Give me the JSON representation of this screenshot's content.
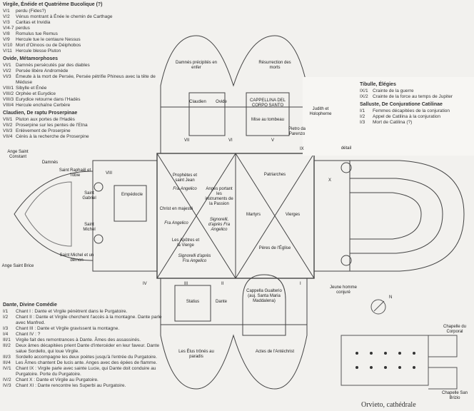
{
  "legends": {
    "virgil": {
      "title": "Virgile, Énéide et Quatrième Bucolique (?)",
      "items": [
        [
          "V/1",
          "perdu (Fides?)"
        ],
        [
          "V/2",
          "Vénus montrant à Énée le chemin de Carthage"
        ],
        [
          "V/3",
          "Caritas et Invidia"
        ],
        [
          "V/4-7",
          "perdus"
        ],
        [
          "V/8",
          "Romulus tue Remus"
        ],
        [
          "V/9",
          "Hercule tue le centaure Nessus"
        ],
        [
          "V/10",
          "Mort d'Oinoos ou de Déiphobos"
        ],
        [
          "V/11",
          "Hercule blesse Pluton"
        ]
      ]
    },
    "ovid": {
      "title": "Ovide, Métamorphoses",
      "items": [
        [
          "VI/1",
          "Damnés persécutés par des diables"
        ],
        [
          "VI/2",
          "Persée libère Andromède"
        ],
        [
          "VI/3",
          "Émeute à la mort de Persée, Persée pétrifie Phineus avec la tête de Méduse"
        ],
        [
          "VIII/1",
          "Sibylle et Énée"
        ],
        [
          "VIII/2",
          "Orphée et Eurydice"
        ],
        [
          "VIII/3",
          "Eurydice retourne dans l'Hadès"
        ],
        [
          "VIII/4",
          "Hercule enchaîne Cerbère"
        ]
      ]
    },
    "claudian": {
      "title": "Claudien, De raptu Proserpinae",
      "items": [
        [
          "VII/1",
          "Pluton aux portes de l'Hadès"
        ],
        [
          "VII/2",
          "Proserpine sur les pentes de l'Etna"
        ],
        [
          "VII/3",
          "Enlèvement de Proserpine"
        ],
        [
          "VII/4",
          "Cérès à la recherche de Proserpine"
        ]
      ]
    },
    "dante": {
      "title": "Dante, Divine Comédie",
      "items": [
        [
          "I/1",
          "Chant I : Dante et Virgile pénètrent dans le Purgatoire."
        ],
        [
          "I/2",
          "Chant II : Dante et Virgile cherchent l'accès à la montagne. Dante parle avec Manfred."
        ],
        [
          "I/3",
          "Chant III : Dante et Virgile gravissent la montagne."
        ],
        [
          "I/4",
          "Chant IV : ?"
        ],
        [
          "III/1",
          "Virgile fait des remontrances à Dante. Âmes des assassinés."
        ],
        [
          "III/2",
          "Deux âmes décapitées prient Dante d'intercéder en leur faveur. Dante salue Sordello, qui loue Virgile."
        ],
        [
          "III/3",
          "Sordello accompagne les deux poètes jusqu'à l'entrée du Purgatoire."
        ],
        [
          "III/4",
          "Les Âmes chantent De lucis ante. Anges avec des épées de flamme."
        ],
        [
          "IV/1",
          "Chant IX : Virgile parle avec sainte Lucie, qui Dante doit conduire au Purgatoire. Porte du Purgatoire."
        ],
        [
          "IV/2",
          "Chant X : Dante et Virgile au Purgatoire."
        ],
        [
          "IV/3",
          "Chant XI : Dante rencontre les Superbi au Purgatoire."
        ]
      ]
    },
    "tibullus": {
      "title": "Tibulle, Élégies",
      "items": [
        [
          "IX/1",
          "Crainte de la guerre"
        ],
        [
          "IX/2",
          "Crainte de la force au temps de Jupiter"
        ]
      ]
    },
    "sallust": {
      "title": "Salluste, De Conjuratione Catilinae",
      "items": [
        [
          "I/1",
          "Femmes décapitées de la conjuration"
        ],
        [
          "I/2",
          "Appel de Catilina à la conjuration"
        ],
        [
          "I/3",
          "Mort de Catilina (?)"
        ]
      ]
    }
  },
  "plan": {
    "damnes_enfer": "Damnés précipités en enfer",
    "resurrection": "Résurrection des morts",
    "prophetes": "Prophètes et saint Jean",
    "fra1": "Fra Angelico",
    "christ": "Christ en majesté",
    "fra2": "Fra Angelico",
    "anges": "Anges portant les instruments de la Passion",
    "sig1": "Signorelli, d'après Fra Angelico",
    "apotres": "Les Apôtres et la Vierge",
    "sig2": "Signorelli d'après Fra Angelico",
    "patriarches": "Patriarches",
    "martyrs": "Martyrs",
    "vierges": "Vierges",
    "peres": "Pères de l'Église",
    "elus": "Les Élus trônés au paradis",
    "antechrist": "Actes de l'Antéchrist",
    "gualterio": "Cappella Gualterio (auj. Santa Maria Maddalena)",
    "cappellina": "CAPPELLINA DEL CORPO SANTO",
    "mise": "Mise au tombeau",
    "pietro": "Pietro da Parenzo",
    "judith": "Judith et Holopherne",
    "detail": "détail",
    "jeune": "Jeune homme conjuré",
    "ange_constant": "Ange Saint Constant",
    "ange_brice": "Ange Saint Brice",
    "raphael": "Saint Raphaël et Tobie",
    "gabriel": "Saint Gabriel",
    "michel": "Saint Michel",
    "michel_demon": "Saint Michel et un démon",
    "damnes": "Damnés",
    "claudien": "Claudien",
    "ovide": "Ovide",
    "dante": "Dante",
    "statius": "Statius",
    "empedocle": "Empédocle",
    "num": {
      "v": "V",
      "vi": "VI",
      "vii": "VII",
      "viii": "VIII",
      "i": "I",
      "ii": "II",
      "iii": "III",
      "iv": "IV",
      "ix": "IX",
      "x": "X"
    }
  },
  "map": {
    "north": "N",
    "corporal": "Chapelle du Corporal",
    "brizio": "Chapelle San Brizio",
    "caption": "Orvieto, cathédrale"
  }
}
